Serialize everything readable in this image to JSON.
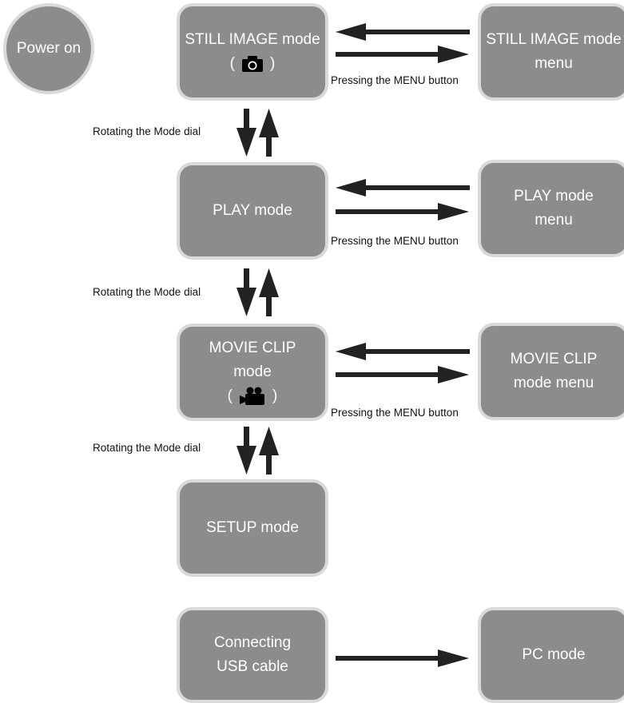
{
  "power_on": "Power on",
  "modes": {
    "still_image": {
      "line1": "STILL IMAGE mode",
      "paren_open": "(",
      "paren_close": ")",
      "icon": "camera-icon"
    },
    "play": {
      "label": "PLAY mode"
    },
    "movie_clip": {
      "line1": "MOVIE CLIP",
      "line2": "mode",
      "paren_open": "(",
      "paren_close": ")",
      "icon": "movie-camera-icon"
    },
    "setup": {
      "label": "SETUP mode"
    },
    "connecting_usb": {
      "line1": "Connecting",
      "line2": "USB cable"
    }
  },
  "menus": {
    "still_image_menu": {
      "line1": "STILL IMAGE mode",
      "line2": "menu"
    },
    "play_menu": {
      "line1": "PLAY mode",
      "line2": "menu"
    },
    "movie_clip_menu": {
      "line1": "MOVIE CLIP",
      "line2": "mode menu"
    },
    "pc_mode": {
      "label": "PC mode"
    }
  },
  "labels": {
    "menu_button_1": "Pressing the MENU button",
    "menu_button_2": "Pressing the MENU button",
    "menu_button_3": "Pressing the MENU button",
    "mode_dial_1": "Rotating the Mode dial",
    "mode_dial_2": "Rotating the Mode dial",
    "mode_dial_3": "Rotating the Mode dial"
  },
  "colors": {
    "box_fill": "#8c8c8c",
    "box_border": "#d9d9d9",
    "arrow": "#222222"
  }
}
